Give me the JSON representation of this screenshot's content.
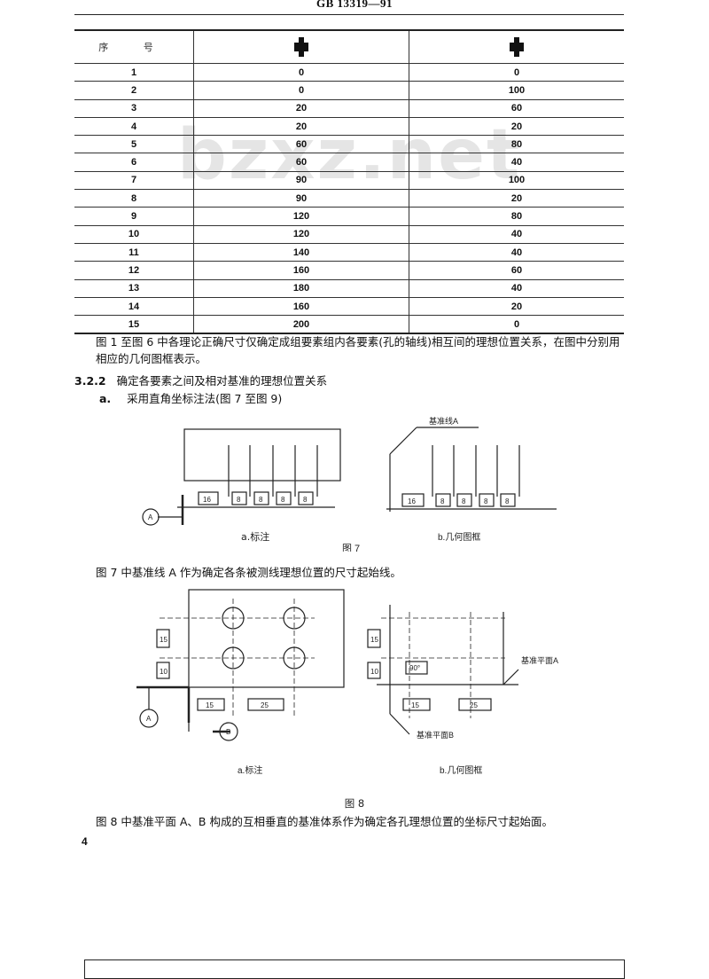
{
  "header": {
    "standard": "GB 13319—91"
  },
  "watermark": "bzxz.net",
  "table": {
    "col1_header": "序 号",
    "rows": [
      [
        "1",
        "0",
        "0"
      ],
      [
        "2",
        "0",
        "100"
      ],
      [
        "3",
        "20",
        "60"
      ],
      [
        "4",
        "20",
        "20"
      ],
      [
        "5",
        "60",
        "80"
      ],
      [
        "6",
        "60",
        "40"
      ],
      [
        "7",
        "90",
        "100"
      ],
      [
        "8",
        "90",
        "20"
      ],
      [
        "9",
        "120",
        "80"
      ],
      [
        "10",
        "120",
        "40"
      ],
      [
        "11",
        "140",
        "40"
      ],
      [
        "12",
        "160",
        "60"
      ],
      [
        "13",
        "180",
        "40"
      ],
      [
        "14",
        "160",
        "20"
      ],
      [
        "15",
        "200",
        "0"
      ]
    ]
  },
  "text": {
    "p1": "图 1 至图 6 中各理论正确尺寸仅确定成组要素组内各要素(孔的轴线)相互间的理想位置关系，在图中分别用相应的几何图框表示。",
    "sec_num": "3.2.2",
    "sec_title": "确定各要素之间及相对基准的理想位置关系",
    "item_a_mark": "a.",
    "item_a": "采用直角坐标注法(图 7 至图 9)",
    "fig7_a": "a.标注",
    "fig7_b": "b.几何图框",
    "fig7_title": "图 7",
    "fig7_datum_label": "基准线A",
    "p2": "图 7 中基准线 A 作为确定各条被测线理想位置的尺寸起始线。",
    "fig8_a": "a.标注",
    "fig8_b": "b.几何图框",
    "fig8_title": "图 8",
    "fig8_datum_a": "基准平面A",
    "fig8_datum_b": "基准平面B",
    "p3": "图 8 中基准平面 A、B 构成的互相垂直的基准体系作为确定各孔理想位置的坐标尺寸起始面。",
    "page_number": "4"
  },
  "dims": {
    "d16": "16",
    "d8": "8",
    "d15": "15",
    "d25": "25",
    "d10": "10",
    "d90": "90°",
    "datumA": "A",
    "datumB": "B"
  }
}
